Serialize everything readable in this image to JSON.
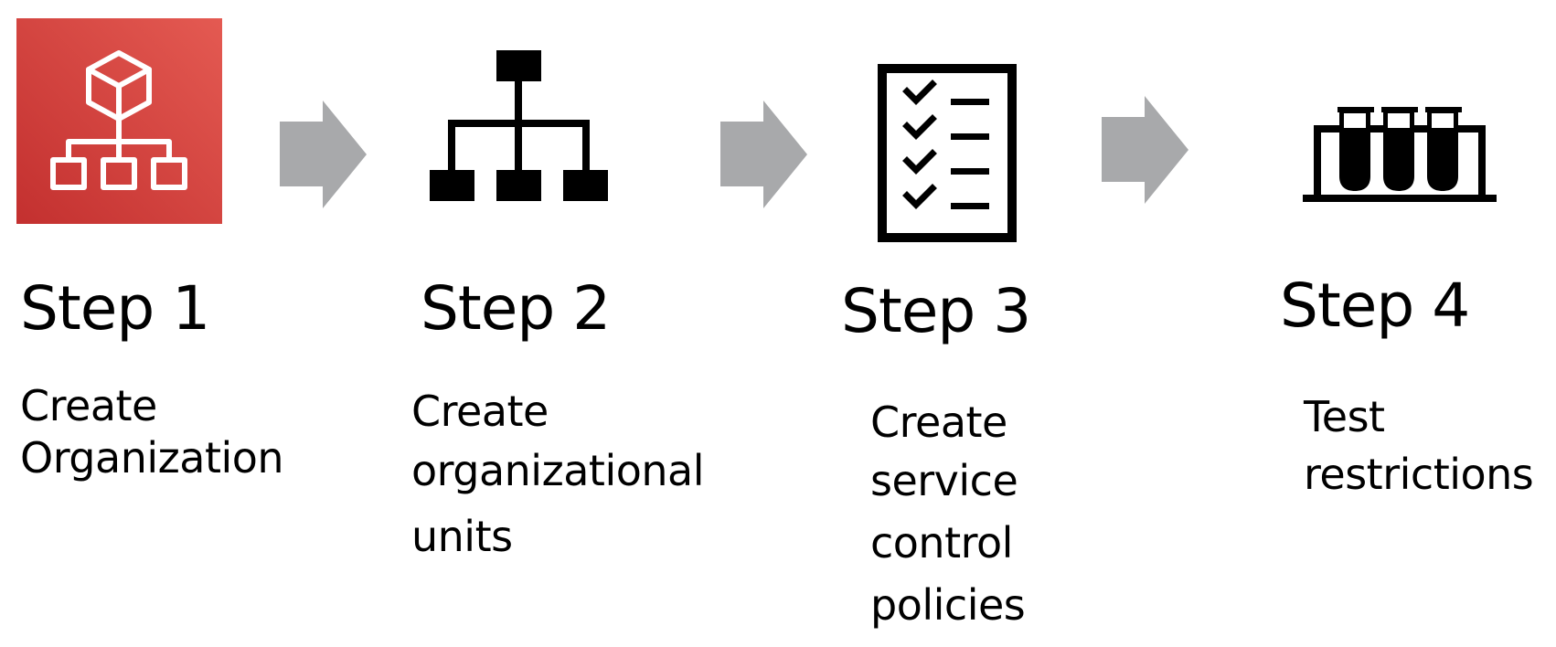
{
  "colors": {
    "org_icon_background": "#d5413f",
    "org_icon_background_light": "#e3534f",
    "arrow": "#a8a9ab",
    "icon_foreground": "#000000",
    "text": "#000000"
  },
  "steps": [
    {
      "title": "Step 1",
      "icon": "aws-organizations-icon",
      "description_lines": [
        "Create",
        "Organization"
      ]
    },
    {
      "title": "Step 2",
      "icon": "org-chart-hierarchy-icon",
      "description_lines": [
        "Create",
        "organizational",
        "units"
      ]
    },
    {
      "title": "Step 3",
      "icon": "checklist-icon",
      "description_lines": [
        "Create",
        "service",
        "control",
        "policies"
      ]
    },
    {
      "title": "Step 4",
      "icon": "test-tubes-rack-icon",
      "description_lines": [
        "Test",
        "restrictions"
      ]
    }
  ],
  "connectors": [
    {
      "icon": "right-arrow-icon"
    },
    {
      "icon": "right-arrow-icon"
    },
    {
      "icon": "right-arrow-icon"
    }
  ]
}
